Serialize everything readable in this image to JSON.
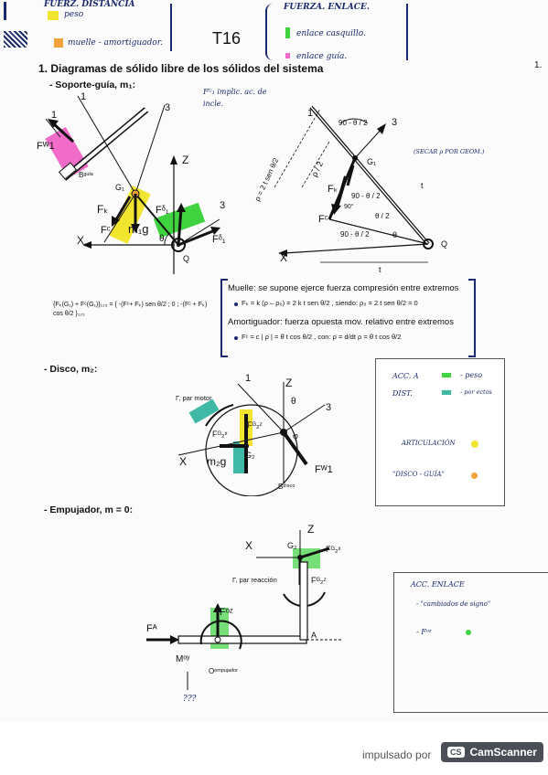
{
  "header": {
    "legend_left": [
      "FUERZ. DISTANCIA",
      "peso",
      "muelle - amortiguador."
    ],
    "legend_right": [
      "FUERZA. ENLACE.",
      "enlace casquillo.",
      "enlace guía."
    ],
    "topic_code": "T16",
    "page_mark": "1."
  },
  "section": {
    "title": "1. Diagramas de sólido libre de los sólidos del sistema"
  },
  "soporte": {
    "heading": "- Soporte-guía, m₁:",
    "note": "Fᴳ₁ implic. ac. de incle.",
    "labels": {
      "one_a": "1",
      "one_b": "1",
      "three": "3",
      "fb1": "Fᵂ1",
      "bguia": "Bᵍᵘᴵᵃ",
      "g1": "G₁",
      "z": "Z",
      "fk": "Fₖ",
      "fc": "Fᶜ",
      "m1g": "m₁g",
      "x": "X",
      "theta": "θ",
      "q": "Q",
      "fq1a": "Fᵟ₁",
      "fq1b": "Fᵟ₁",
      "three_b": "3"
    },
    "geom_labels": {
      "one": "1",
      "three": "3",
      "ang_top": "90 - θ / 2",
      "g1": "G₁",
      "rho2": "ρ / 2",
      "rho": "ρ = 2 t sen θ/2",
      "fk": "Fₖ",
      "ang_mid": "90 - θ / 2",
      "ninety": "90°",
      "half_theta": "θ / 2",
      "fc": "Fᶜ",
      "ang_low": "90 - θ / 2",
      "theta": "θ",
      "q": "Q",
      "x": "X",
      "t1": "t",
      "t2": "t",
      "side_note": "(SECAR ρ POR GEOM.)"
    },
    "resultant_eq": "{Fₖ(G₁) + Fᶜ(G₁)}₁₂₃ = { -(Fᶜ+ Fₖ) sen θ/2 ; 0 ; -(Fᶜ + Fₖ) cos θ/2 }₁₂₃",
    "muelle": {
      "title": "Muelle: se supone ejerce fuerza compresión entre extremos",
      "eq": "Fₖ = k (ρ – ρ₀) = 2 k t sen θ/2 ,    siendo:  ρ₀ = 2 t sen θ/2 = 0",
      "amort_title": "Amortiguador: fuerza opuesta mov. relativo entre extremos",
      "amort_eq": "Fᶜ = c | ρ̇ | = θ̇ t cos θ/2 ,  con:  ρ̇ = d/dt ρ = θ̇ t cos θ/2"
    }
  },
  "disco": {
    "heading": "- Disco, m₂:",
    "labels": {
      "gamma": "Γ, par motor",
      "one": "1",
      "z": "Z",
      "theta": "θ",
      "three": "3",
      "fg2x": "Fᴳ₂ˣ",
      "fg2z": "Fᴳ₂ᶻ",
      "x": "X",
      "m2g": "m₂g",
      "g2": "G₂",
      "phi": "φ",
      "fb1": "Fᵂ1",
      "bdisco": "Bᵈⁱˢᶜᵒ"
    },
    "note_box": {
      "line1": "ACC. A",
      "line1b": "- peso",
      "line2": "DIST.",
      "line2b": "- por ectos",
      "line3": "ARTICULACIÓN",
      "line4": "\"DISCO - GUÍA\""
    }
  },
  "empujador": {
    "heading": "- Empujador, m = 0:",
    "labels": {
      "z": "Z",
      "x": "X",
      "g2": "G₂",
      "fg2x": "Fᴳ₂ˣ",
      "gamma": "Γ, par reacción",
      "fg2z": "Fᴳ₂ᶻ",
      "foz": "Fᵒᶻ",
      "fa": "Fᴬ",
      "a": "A",
      "moy": "Mᵒʸ",
      "oemp": "Oᵉᵐᵖᵘʲᵃᵈᵒʳ",
      "qqq": "???"
    },
    "note_box": {
      "line1": "ACC. ENLACE",
      "line2": "- \"cambiados de signo\"",
      "line3": "- Fᵒᶻ"
    }
  },
  "footer": {
    "impulsado": "impulsado por",
    "brand": "CamScanner",
    "logo": "CS"
  },
  "colors": {
    "pink": "#f06cc8",
    "yellow": "#f2e530",
    "green": "#3fd33f",
    "teal": "#3fb9a6",
    "orange": "#f2a23a",
    "ink": "#1b2a6e",
    "black": "#111111"
  }
}
